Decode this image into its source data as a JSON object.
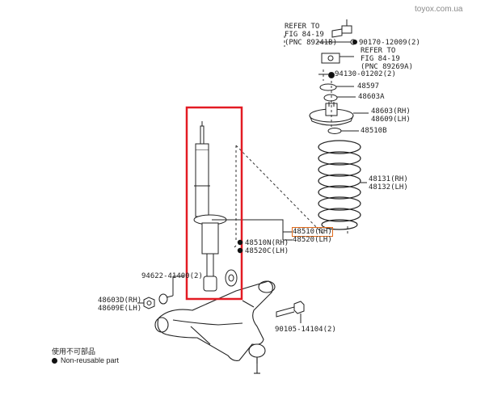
{
  "watermark": "toyox.com.ua",
  "colors": {
    "highlight_box": "#e31b23",
    "highlight_part": "#e06a1b",
    "line": "#222222"
  },
  "callouts": {
    "refer1": "REFER TO\nFIG 84-19\n(PNC 89241B)",
    "refer2": "REFER TO\nFIG 84-19\n(PNC 89269A)",
    "p90170": "90170-12009(2)",
    "p94130": "94130-01202(2)",
    "p48597": "48597",
    "p48603a": "48603A",
    "p48603": "48603(RH)\n48609(LH)",
    "p48510b": "48510B",
    "p48131": "48131(RH)\n48132(LH)",
    "p48510_rh": "48510(RH)",
    "p48520_lh": "48520(LH)",
    "p48510n": "48510N(RH)",
    "p48520c": "48520C(LH)",
    "p94622": "94622-41400(2)",
    "p48603d": "48603D(RH)\n48609E(LH)",
    "p90105": "90105-14104(2)"
  },
  "legend": {
    "title": "使用不可部品",
    "text": "Non-reusable part"
  }
}
